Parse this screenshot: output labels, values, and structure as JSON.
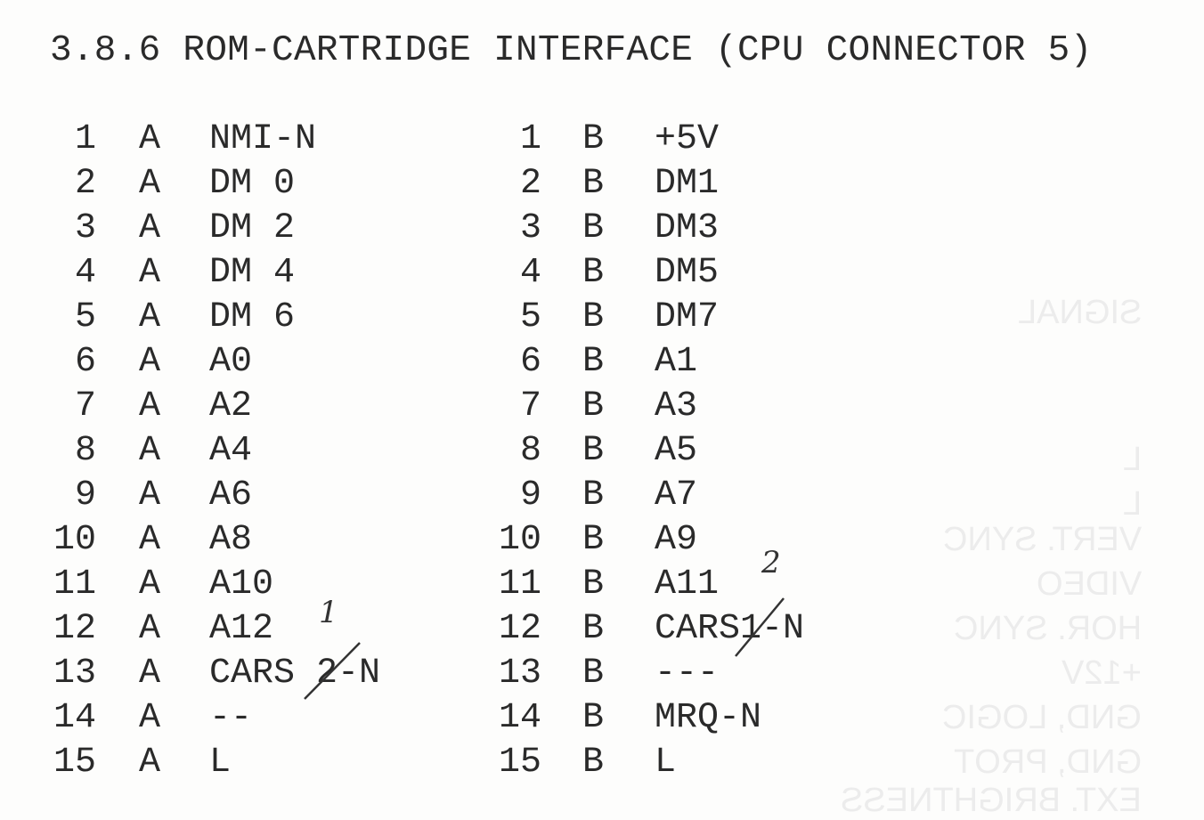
{
  "title": "3.8.6 ROM-CARTRIDGE INTERFACE (CPU CONNECTOR 5)",
  "left_column": [
    {
      "pin": "1",
      "side": "A",
      "signal": "NMI-N"
    },
    {
      "pin": "2",
      "side": "A",
      "signal": "DM 0"
    },
    {
      "pin": "3",
      "side": "A",
      "signal": "DM 2"
    },
    {
      "pin": "4",
      "side": "A",
      "signal": "DM 4"
    },
    {
      "pin": "5",
      "side": "A",
      "signal": "DM 6"
    },
    {
      "pin": "6",
      "side": "A",
      "signal": "A0"
    },
    {
      "pin": "7",
      "side": "A",
      "signal": "A2"
    },
    {
      "pin": "8",
      "side": "A",
      "signal": "A4"
    },
    {
      "pin": "9",
      "side": "A",
      "signal": "A6"
    },
    {
      "pin": "10",
      "side": "A",
      "signal": "A8"
    },
    {
      "pin": "11",
      "side": "A",
      "signal": "A10"
    },
    {
      "pin": "12",
      "side": "A",
      "signal": "A12"
    },
    {
      "pin": "13",
      "side": "A",
      "signal": "CARS 2-N"
    },
    {
      "pin": "14",
      "side": "A",
      "signal": "--"
    },
    {
      "pin": "15",
      "side": "A",
      "signal": "L"
    }
  ],
  "right_column": [
    {
      "pin": "1",
      "side": "B",
      "signal": "+5V"
    },
    {
      "pin": "2",
      "side": "B",
      "signal": "DM1"
    },
    {
      "pin": "3",
      "side": "B",
      "signal": "DM3"
    },
    {
      "pin": "4",
      "side": "B",
      "signal": "DM5"
    },
    {
      "pin": "5",
      "side": "B",
      "signal": "DM7"
    },
    {
      "pin": "6",
      "side": "B",
      "signal": "A1"
    },
    {
      "pin": "7",
      "side": "B",
      "signal": "A3"
    },
    {
      "pin": "8",
      "side": "B",
      "signal": "A5"
    },
    {
      "pin": "9",
      "side": "B",
      "signal": "A7"
    },
    {
      "pin": "10",
      "side": "B",
      "signal": "A9"
    },
    {
      "pin": "11",
      "side": "B",
      "signal": "A11"
    },
    {
      "pin": "12",
      "side": "B",
      "signal": "CARS1-N"
    },
    {
      "pin": "13",
      "side": "B",
      "signal": "---"
    },
    {
      "pin": "14",
      "side": "B",
      "signal": "MRQ-N"
    },
    {
      "pin": "15",
      "side": "B",
      "signal": "L"
    }
  ],
  "handwritten": {
    "left_correction": "1",
    "right_correction": "2"
  },
  "bleed_through": [
    "SIGNAL",
    "L",
    "L",
    "VERT. SYNC",
    "VIDEO",
    "HOR. SYNC",
    "+12V",
    "GND, LOGIC",
    "GND, PROT",
    "EXT. BRIGHTNESS"
  ]
}
